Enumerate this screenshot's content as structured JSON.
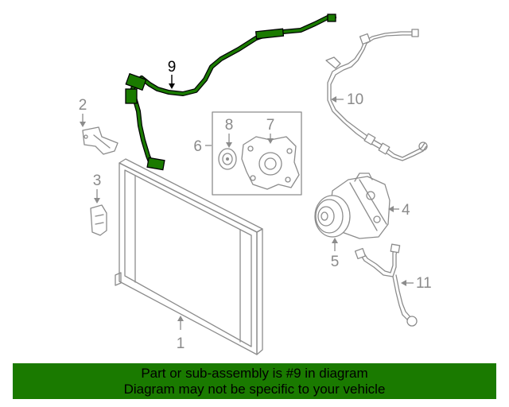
{
  "diagram": {
    "callouts": [
      "1",
      "2",
      "3",
      "4",
      "5",
      "6",
      "7",
      "8",
      "9",
      "10",
      "11"
    ],
    "highlighted_part": "9",
    "highlight_color": "#1a7a00"
  },
  "banner": {
    "line1": "Part or sub-assembly is #9 in diagram",
    "line2": "Diagram may not be specific to your vehicle",
    "background": "#1a7a00"
  }
}
